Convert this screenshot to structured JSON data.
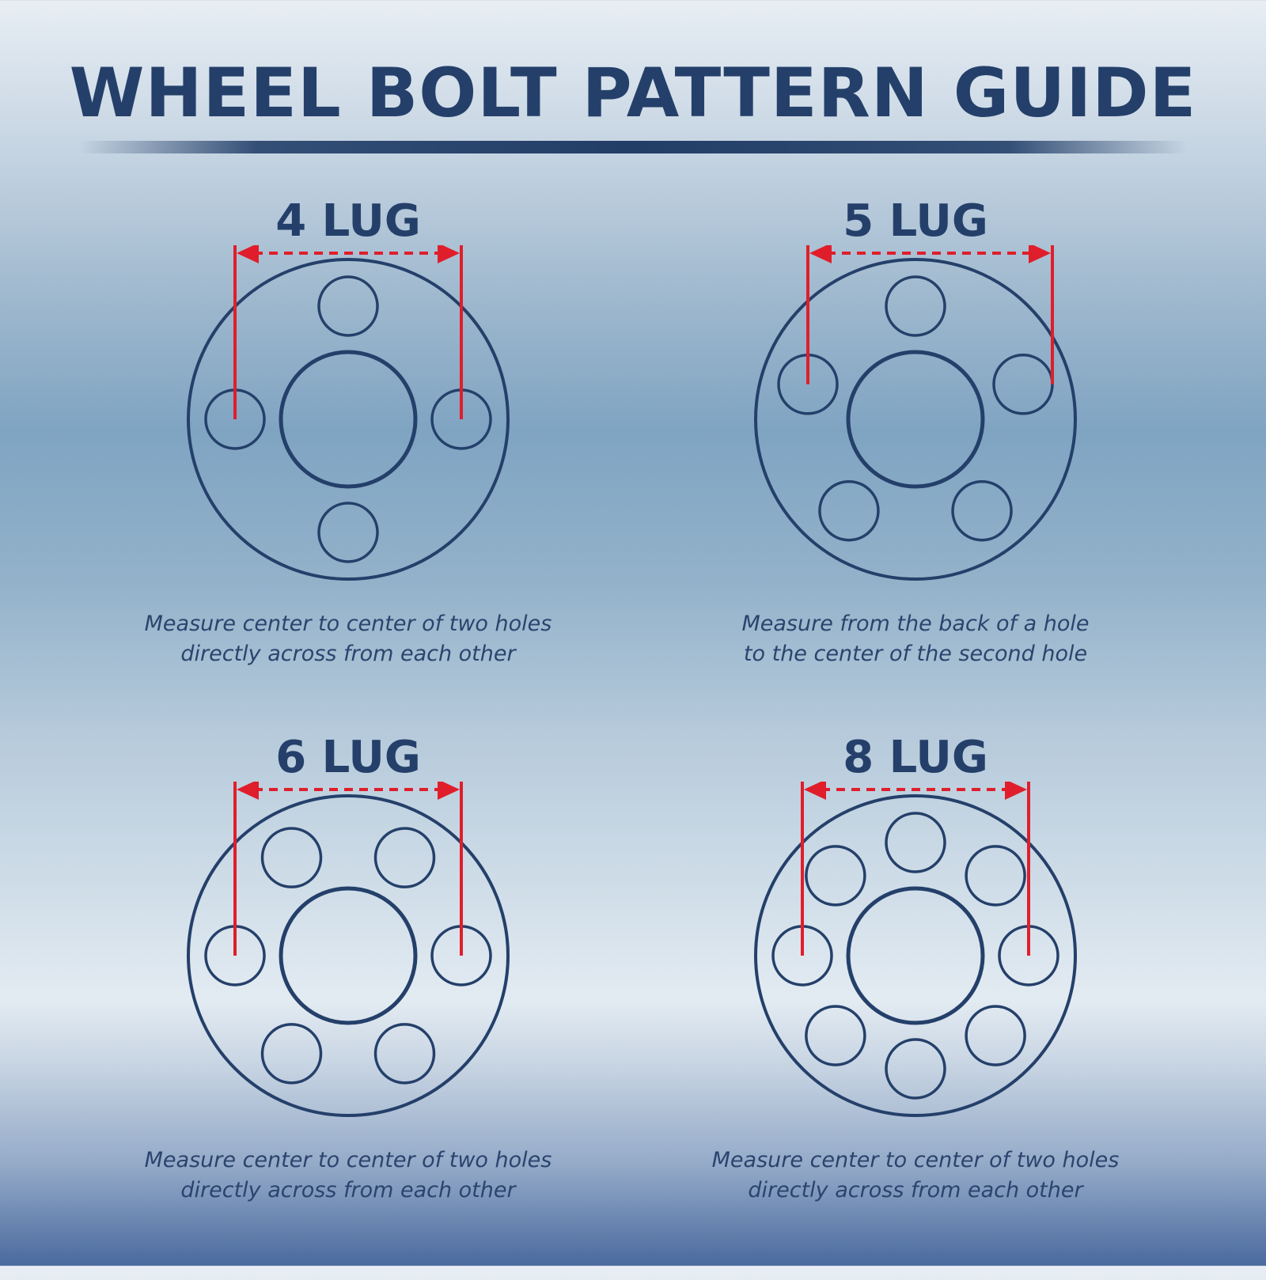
{
  "title": "WHEEL BOLT PATTERN GUIDE",
  "colors": {
    "navy": "#24406a",
    "red": "#e01e2b"
  },
  "panels": [
    {
      "label": "4 LUG",
      "lugs": 4,
      "caption_line1": "Measure center to center of two holes",
      "caption_line2": "directly across from each other"
    },
    {
      "label": "5 LUG",
      "lugs": 5,
      "caption_line1": "Measure from the back of a hole",
      "caption_line2": "to the center of the second hole"
    },
    {
      "label": "6 LUG",
      "lugs": 6,
      "caption_line1": "Measure center to center of two holes",
      "caption_line2": "directly across from each other"
    },
    {
      "label": "8 LUG",
      "lugs": 8,
      "caption_line1": "Measure center to center of two holes",
      "caption_line2": "directly across from each other"
    }
  ]
}
